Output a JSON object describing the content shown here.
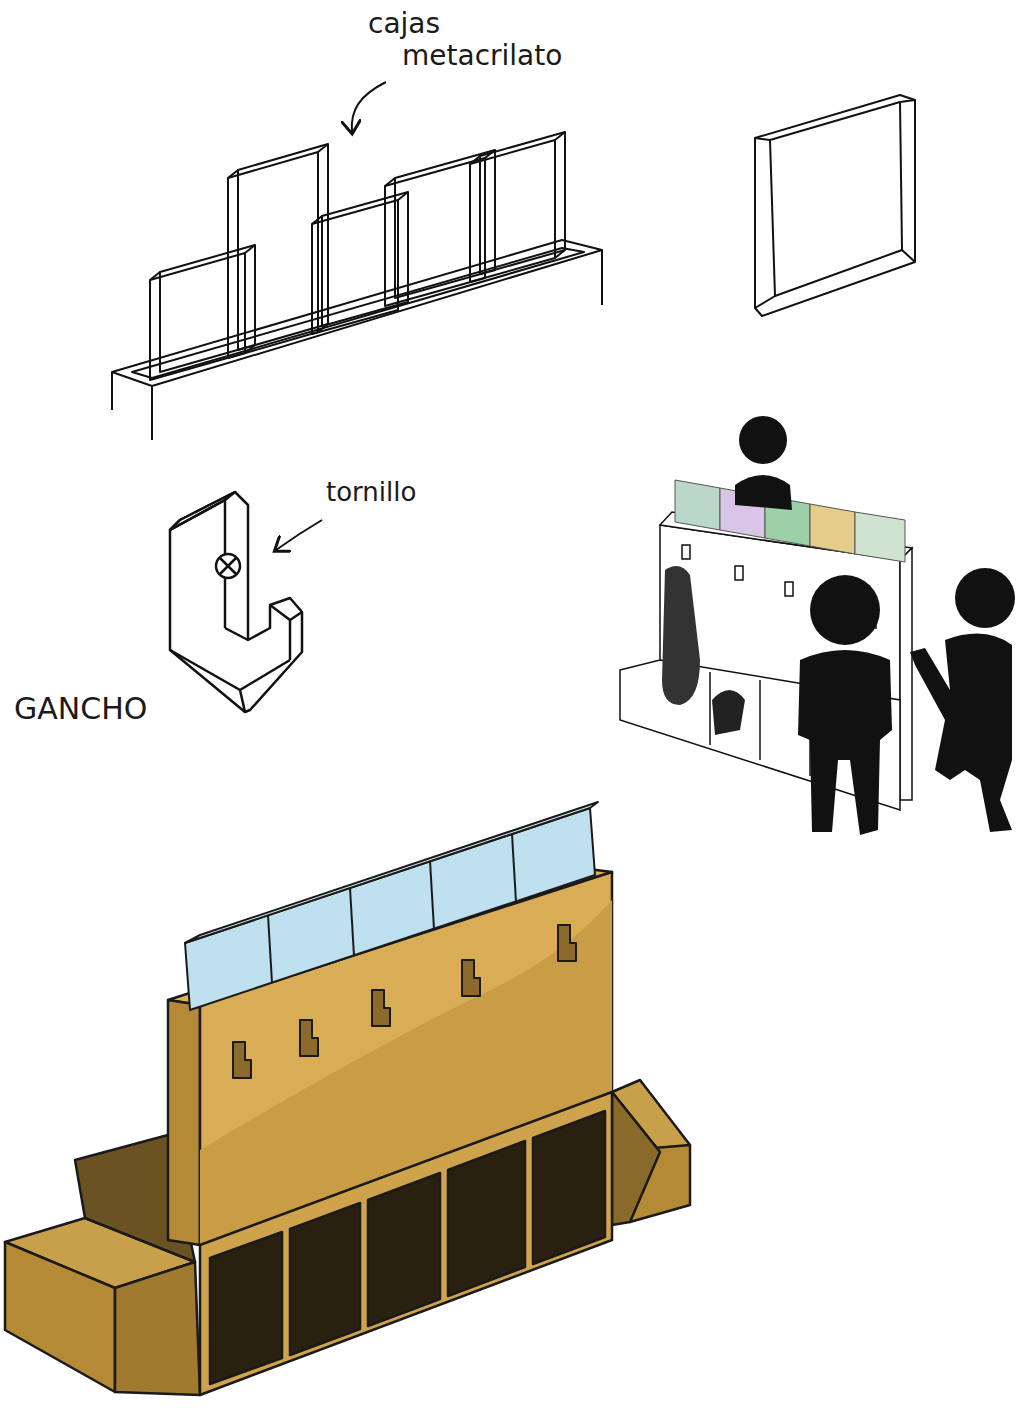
{
  "diagram": {
    "labels": [
      "cajas metacrilato",
      "tornillo",
      "GANCHO"
    ]
  }
}
